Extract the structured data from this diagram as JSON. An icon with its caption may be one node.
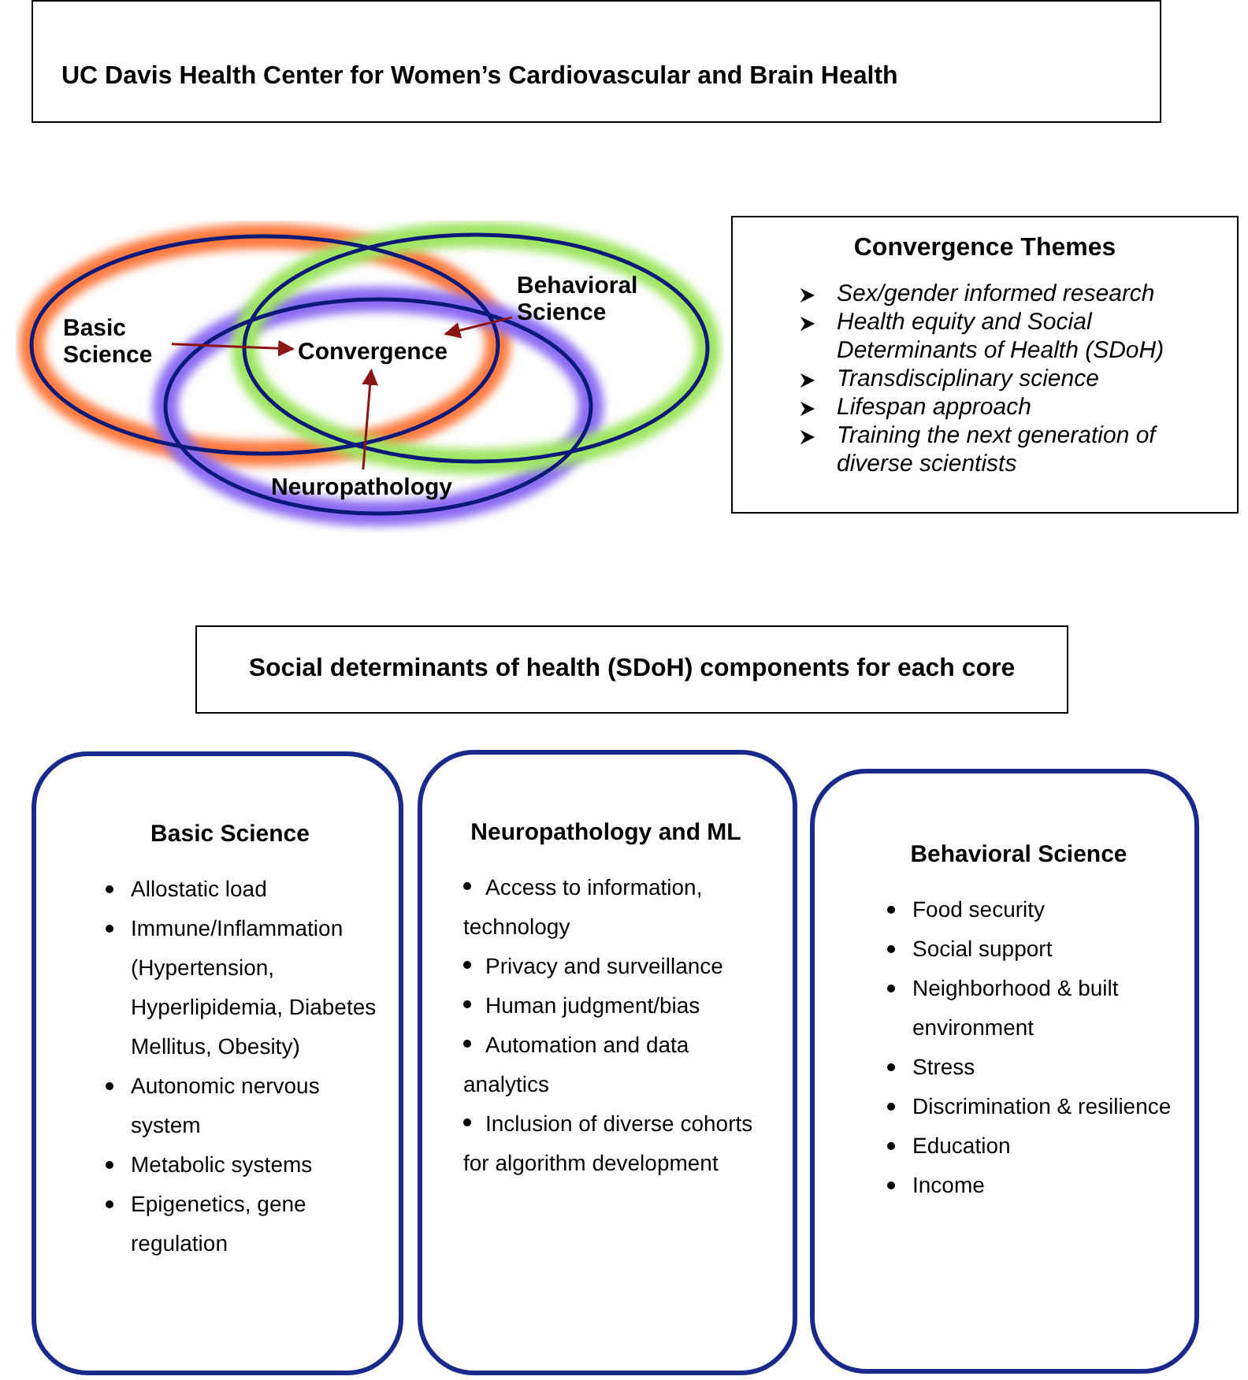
{
  "diagram": {
    "nodes": [
      {
        "text": [
          "UC Davis Health Center for Women’s Cardiovascular and Brain Health"
        ]
      },
      {
        "text": [
          "Basic Science"
        ]
      },
      {
        "text": [
          "Behavioral Science"
        ]
      },
      {
        "text": [
          "Convergence"
        ]
      },
      {
        "text": [
          "Neuropathology"
        ]
      },
      {
        "text": [
          "Convergence Themes",
          "Sex/gender informed research",
          "Health equity and Social Determinants of Health (SDoH)",
          "Transdisciplinary science",
          "Lifespan approach",
          "Training the next generation of diverse scientists"
        ]
      },
      {
        "text": [
          "Social determinants of health (SDoH) components for each core"
        ]
      },
      {
        "text": [
          "Basic Science",
          "Allostatic load",
          "Immune/Inflammation (Hypertension, Hyperlipidemia, Diabetes Mellitus, Obesity)",
          "Autonomic nervous system",
          "Metabolic systems",
          "Epigenetics, gene regulation"
        ]
      },
      {
        "text": [
          "Neuropathology and ML",
          "Access to information, technology",
          "Privacy  and surveillance",
          "Human judgment/bias",
          "Automation and data analytics",
          "Inclusion of diverse cohorts for algorithm development"
        ]
      },
      {
        "text": [
          "Behavioral Science",
          "Food security",
          "Social support",
          "Neighborhood & built environment",
          "Stress",
          "Discrimination & resilience",
          "Education",
          "Income"
        ]
      }
    ],
    "edges": [
      {
        "from": 1,
        "to": 3,
        "arrow": "to"
      },
      {
        "from": 2,
        "to": 3,
        "arrow": "to"
      },
      {
        "from": 4,
        "to": 3,
        "arrow": "to"
      }
    ]
  }
}
